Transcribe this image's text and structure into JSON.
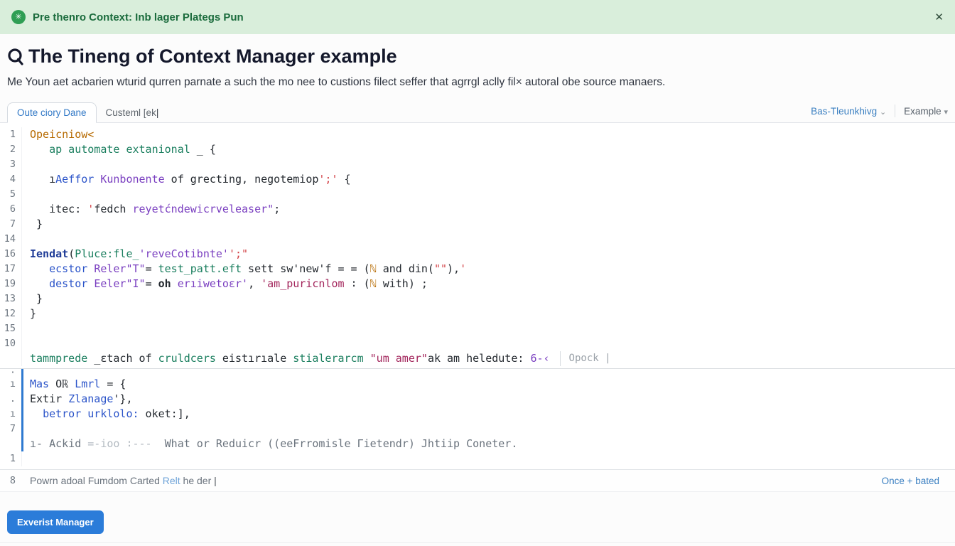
{
  "banner": {
    "icon_glyph": "✳",
    "text": "Pre thenro Context: Inb lager Plategs Pun",
    "close": "✕"
  },
  "header": {
    "title": "The Tineng of Context Manager example",
    "description": "Me Youn aet acbarien wturid qurren parnate a such the mo nee to custions filect seffer that agrrgl aclly fil× autoral obe source manaers."
  },
  "tabs": {
    "active": "Oute ciory Dane",
    "inactive": "Custeml [ek",
    "cursor": "|",
    "menu_primary": "Bas-Tleunkhivg",
    "menu_primary_chevron": "⌄",
    "menu_secondary": "Example",
    "menu_secondary_chevron": "▾"
  },
  "editor": {
    "block1": [
      {
        "num": "1",
        "segs": [
          [
            "o",
            "Opeicniow<"
          ]
        ]
      },
      {
        "num": "2",
        "segs": [
          [
            "d",
            "   "
          ],
          [
            "g",
            "ap automate extanional"
          ],
          [
            "d",
            " _ {"
          ]
        ]
      },
      {
        "num": "3",
        "segs": []
      },
      {
        "num": "4",
        "segs": [
          [
            "d",
            "   ı"
          ],
          [
            "b",
            "Aeffor"
          ],
          [
            "d",
            " "
          ],
          [
            "p",
            "Kunbonente"
          ],
          [
            "d",
            " of grecting, negotemiop"
          ],
          [
            "r",
            "';'"
          ],
          [
            "d",
            " {"
          ]
        ]
      },
      {
        "num": "5",
        "segs": []
      },
      {
        "num": "6",
        "segs": [
          [
            "d",
            "   itec: "
          ],
          [
            "r",
            "'"
          ],
          [
            "d",
            "fedch "
          ],
          [
            "p",
            "reyetćndewicrveleaser\""
          ],
          [
            "d",
            ";"
          ]
        ]
      },
      {
        "num": "7",
        "segs": [
          [
            "d",
            " }"
          ]
        ]
      },
      {
        "num": "14",
        "segs": []
      },
      {
        "num": "16",
        "segs": [
          [
            "n",
            "Iendat"
          ],
          [
            "d",
            "("
          ],
          [
            "g",
            "Pluce:fle_"
          ],
          [
            "p",
            "'reveCotibnte'"
          ],
          [
            "r",
            "';\""
          ]
        ]
      },
      {
        "num": "17",
        "segs": [
          [
            "d",
            "   "
          ],
          [
            "b",
            "ecstor"
          ],
          [
            "d",
            " "
          ],
          [
            "p",
            "Reler\"T\""
          ],
          [
            "d",
            "= "
          ],
          [
            "g",
            "test_patt.eft"
          ],
          [
            "d",
            " sett sw'new'f = = ("
          ],
          [
            "o",
            "ℕ"
          ],
          [
            "d",
            " and din("
          ],
          [
            "r",
            "\"\""
          ],
          [
            "d",
            "),"
          ],
          [
            "r",
            "'"
          ]
        ]
      },
      {
        "num": "19",
        "segs": [
          [
            "d",
            "   "
          ],
          [
            "b",
            "destor"
          ],
          [
            "d",
            " "
          ],
          [
            "p",
            "Eeler\"I\""
          ],
          [
            "d",
            "= "
          ],
          [
            "k",
            "oh"
          ],
          [
            "d",
            " "
          ],
          [
            "p",
            "erıiwetoεr'"
          ],
          [
            "d",
            ", "
          ],
          [
            "m",
            "'am_puricnlom"
          ],
          [
            "d",
            " ∶ ("
          ],
          [
            "o",
            "ℕ"
          ],
          [
            "d",
            " with) ;"
          ]
        ]
      },
      {
        "num": "13",
        "segs": [
          [
            "d",
            " }"
          ]
        ]
      },
      {
        "num": "12",
        "segs": [
          [
            "d",
            "}"
          ]
        ]
      },
      {
        "num": "15",
        "segs": []
      },
      {
        "num": "10",
        "segs": []
      },
      {
        "num": "",
        "segs": [
          [
            "g",
            "tammprede"
          ],
          [
            "d",
            " _εtach of "
          ],
          [
            "g",
            "cruldcers"
          ],
          [
            "d",
            " eistırıale "
          ],
          [
            "g",
            "stialerarcm"
          ],
          [
            "d",
            " "
          ],
          [
            "m",
            "\"um amer\""
          ],
          [
            "d",
            "ak am heledute: "
          ],
          [
            "p",
            "6-‹"
          ]
        ],
        "addon": "Opock |"
      }
    ],
    "block2": [
      {
        "num": "·",
        "segs": [],
        "half": true,
        "accent": true
      },
      {
        "num": "ı",
        "segs": [
          [
            "b",
            "Mas"
          ],
          [
            "d",
            " Oℝ "
          ],
          [
            "b",
            "Lmrl"
          ],
          [
            "d",
            " = {"
          ]
        ],
        "accent": true
      },
      {
        "num": ".",
        "segs": [
          [
            "d",
            "Extir "
          ],
          [
            "b",
            "Zlanage"
          ],
          [
            "d",
            "'},"
          ]
        ],
        "accent": true
      },
      {
        "num": "ı",
        "segs": [
          [
            "d",
            "  "
          ],
          [
            "b",
            "betror urklolo:"
          ],
          [
            "d",
            " oket:],"
          ]
        ],
        "accent": true
      },
      {
        "num": "7",
        "segs": [],
        "accent": true
      },
      {
        "num": "",
        "segs": [
          [
            "c",
            "ı- Ackid "
          ],
          [
            "lt",
            "=-ioo ∶--- "
          ],
          [
            "c",
            " What or Reduicr ((eeFrromisle Γietendr) Jhtiip Coneter."
          ]
        ],
        "accent": true
      },
      {
        "num": "1",
        "segs": []
      }
    ],
    "footer": {
      "num": "8",
      "text": "Powrn adoal Fumdom Carted ",
      "highlight": "Relt",
      "text2": " he der ",
      "cursor": "|",
      "link": "Once + bated"
    }
  },
  "action": {
    "label": "Exverist Manager"
  },
  "colors": {
    "accent_blue": "#2e7ad1",
    "banner_green": "#d9eedb",
    "button_blue": "#2b7cd9"
  }
}
